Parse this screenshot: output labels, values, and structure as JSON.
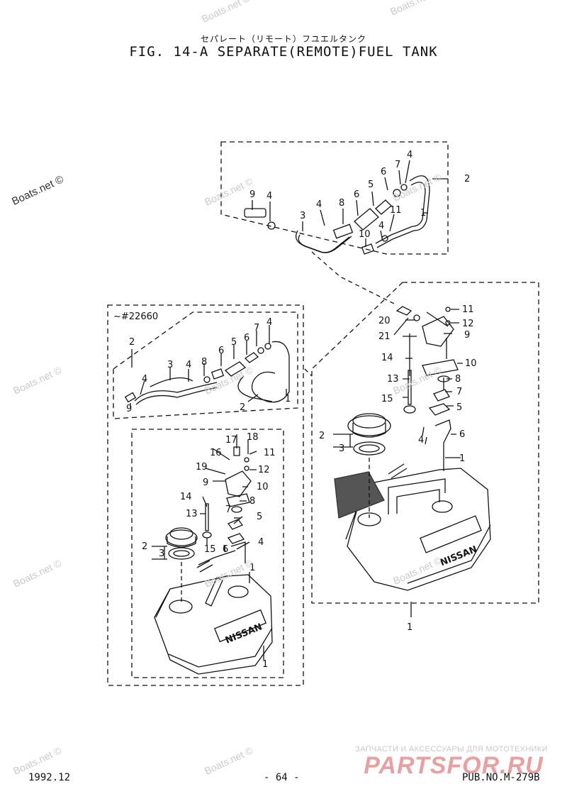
{
  "title_jp": "セパレート（リモート）フユエルタンク",
  "title": "FIG. 14-A SEPARATE(REMOTE)FUEL TANK",
  "inset_label": "~#22660",
  "watermark": "Boats.net ©",
  "brand_subtitle": "ЗАПЧАСТИ И АКСЕССУАРЫ ДЛЯ МОТОТЕХНИКИ",
  "brand_logo": "PARTSFOR.RU",
  "tank_logo": "NISSAN",
  "footer": {
    "date": "1992.12",
    "page": "- 64 -",
    "pub": "PUB.NO.M-279B"
  },
  "hose_top_callouts": [
    "9",
    "4",
    "3",
    "4",
    "8",
    "6",
    "5",
    "6",
    "7",
    "4",
    "2",
    "11",
    "4",
    "10",
    "1"
  ],
  "right_tank_callouts": [
    "20",
    "21",
    "11",
    "12",
    "9",
    "14",
    "10",
    "13",
    "8",
    "7",
    "15",
    "5",
    "2",
    "3",
    "6",
    "4",
    "1",
    "1"
  ],
  "inset_hose_callouts": [
    "2",
    "3",
    "4",
    "8",
    "6",
    "5",
    "6",
    "7",
    "4",
    "4",
    "9",
    "2",
    "1"
  ],
  "left_tank_callouts": [
    "17",
    "18",
    "16",
    "11",
    "19",
    "12",
    "9",
    "10",
    "14",
    "8",
    "13",
    "7",
    "5",
    "2",
    "3",
    "15",
    "6",
    "4",
    "1",
    "1"
  ]
}
